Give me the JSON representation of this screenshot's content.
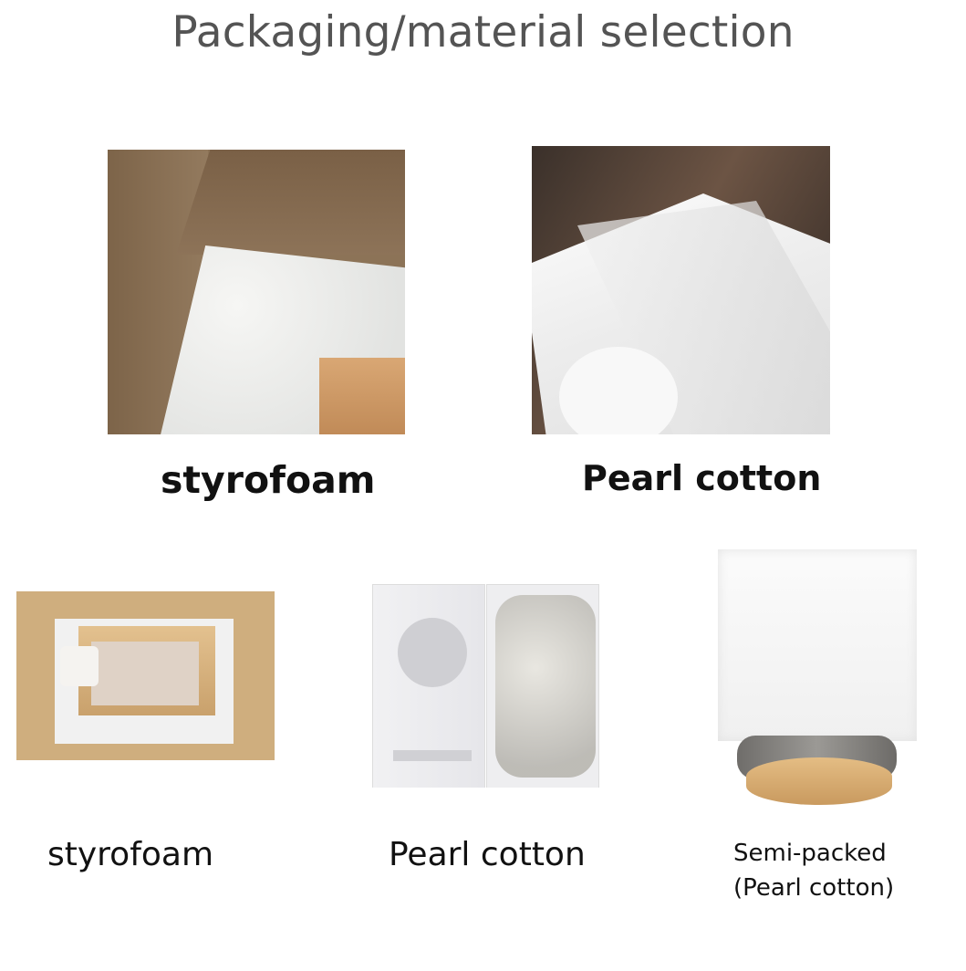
{
  "title": "Packaging/material selection",
  "items": [
    {
      "label": "styrofoam",
      "image": "styrofoam-in-box-photo"
    },
    {
      "label": "Pearl cotton",
      "image": "pearl-cotton-sheet-photo"
    },
    {
      "label": "styrofoam",
      "image": "styrofoam-box-insert-photo"
    },
    {
      "label": "Pearl cotton",
      "image": "pearl-cotton-insert-photo"
    },
    {
      "label_line1": "Semi-packed",
      "label_line2": "(Pearl cotton)",
      "image": "semi-packed-lamp-photo"
    }
  ]
}
